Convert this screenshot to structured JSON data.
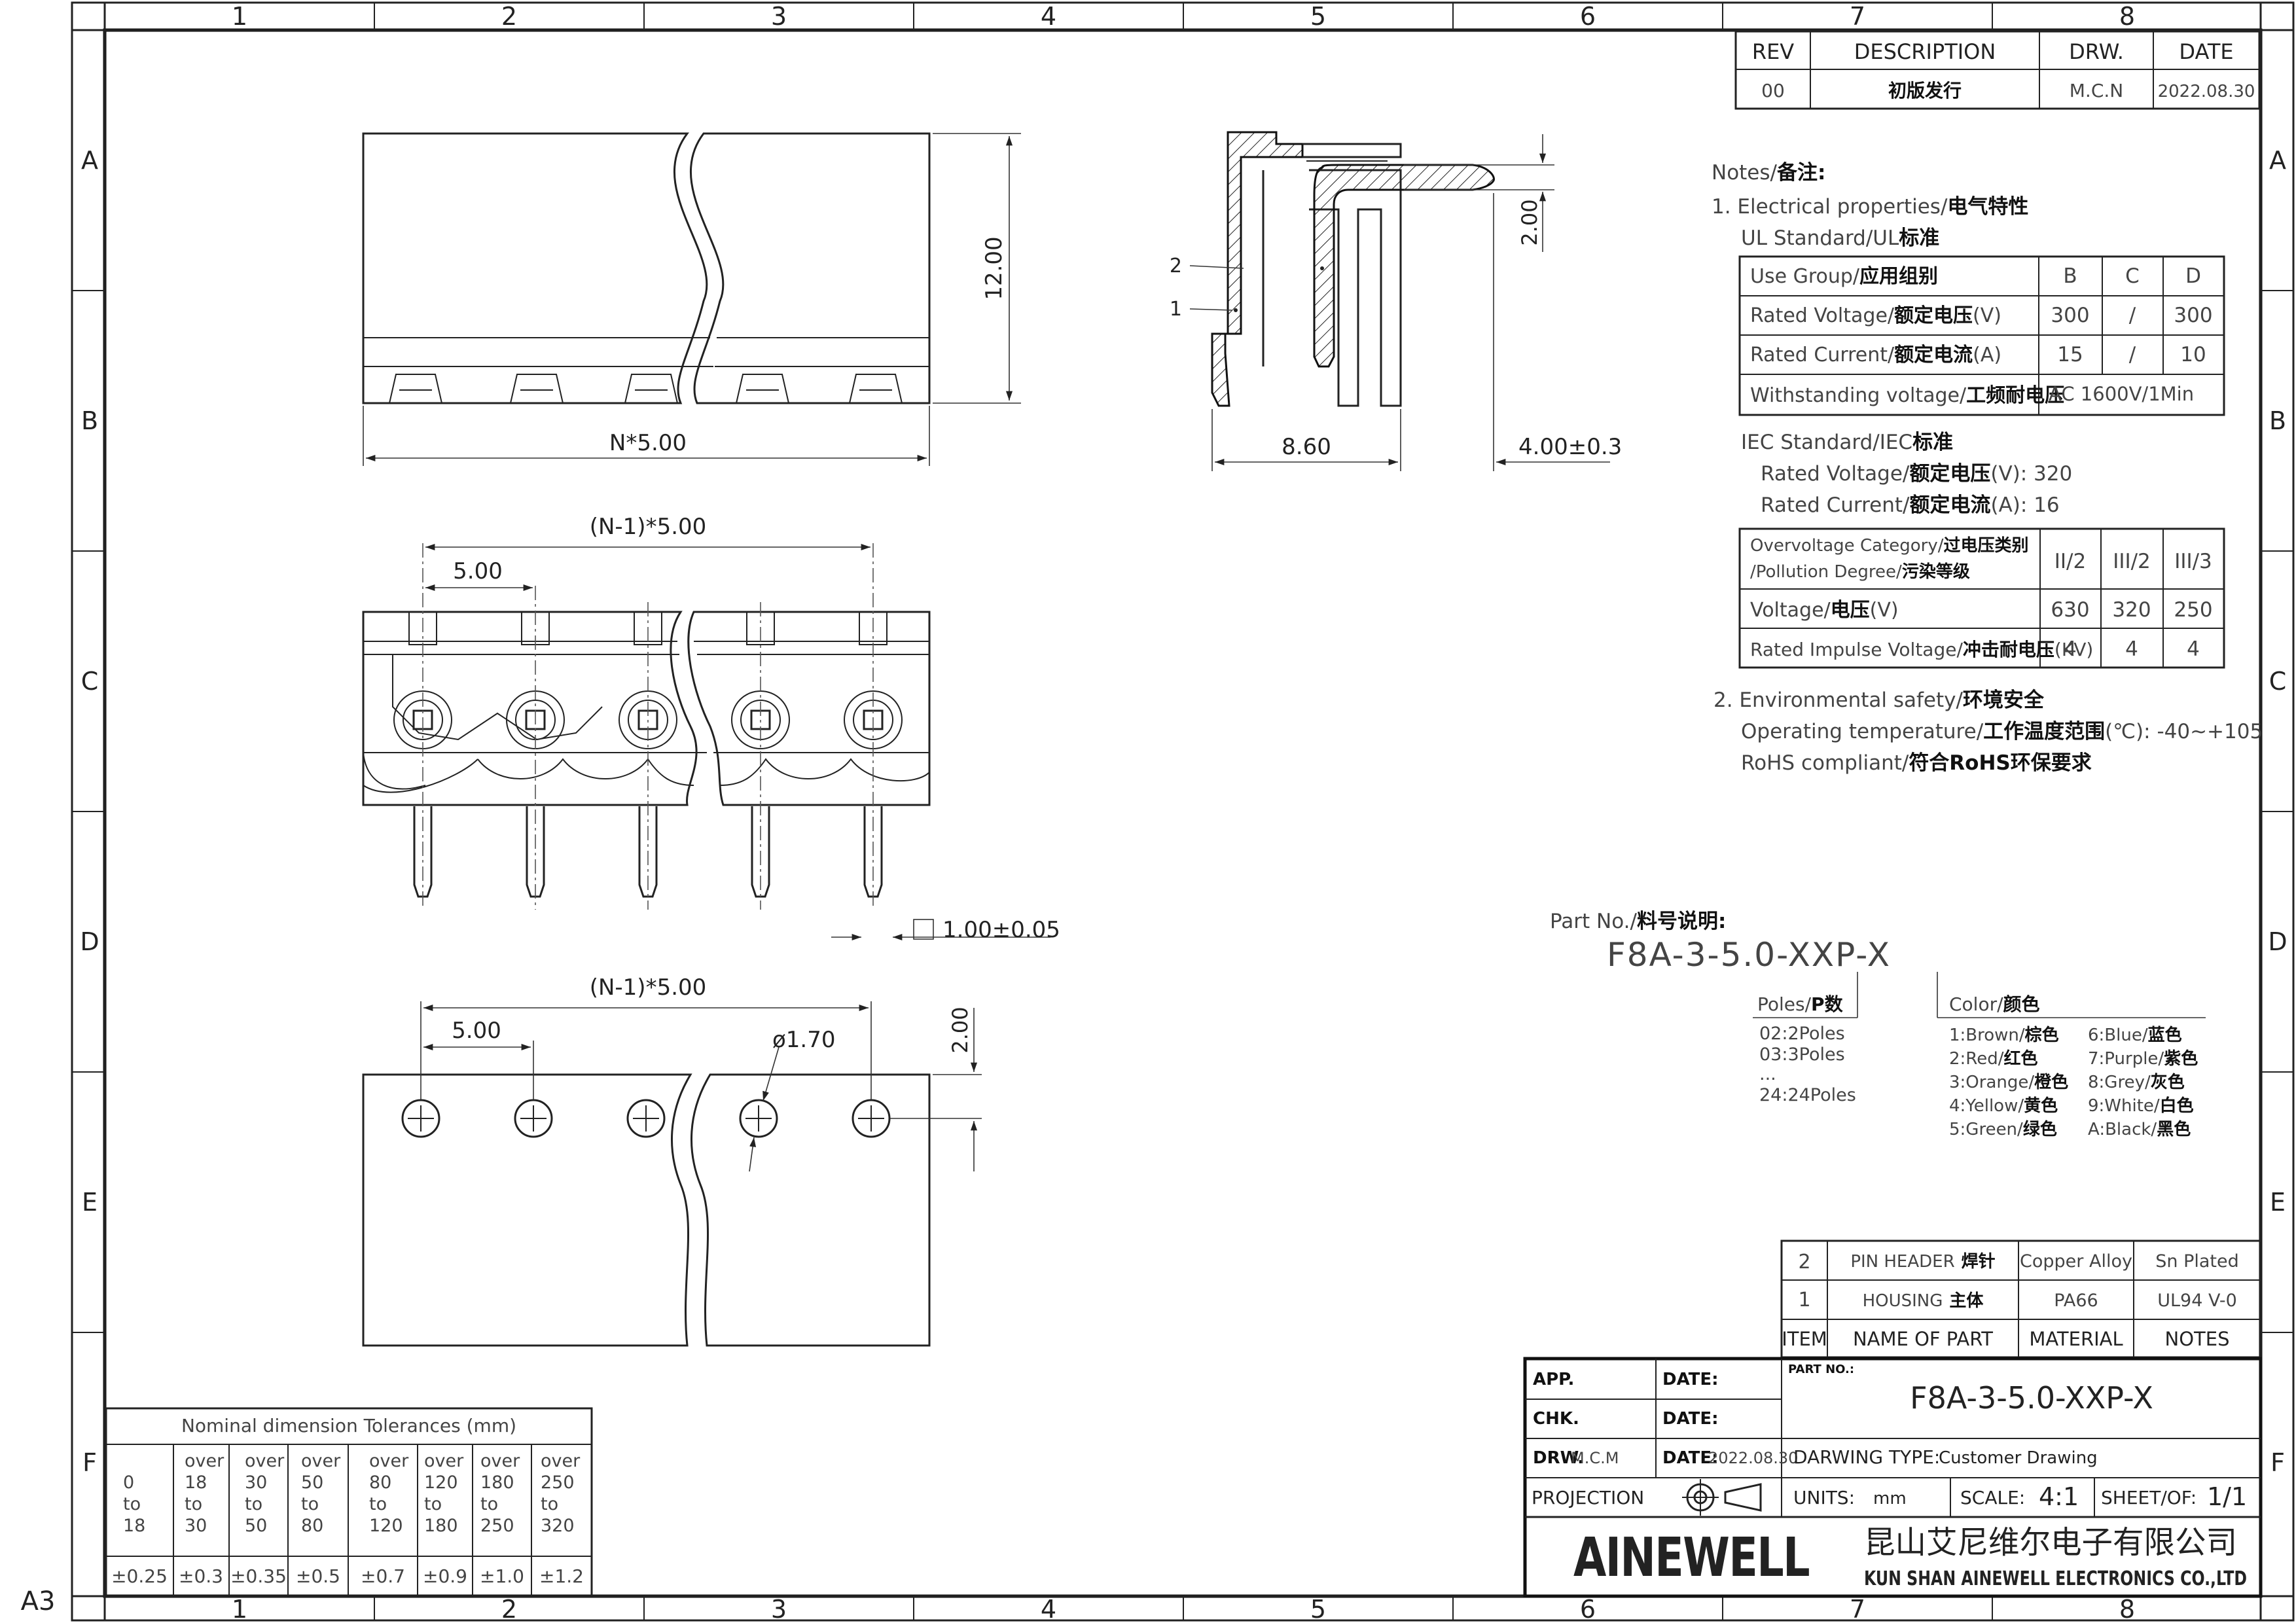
{
  "sheet": {
    "size_label": "A3",
    "columns": [
      "1",
      "2",
      "3",
      "4",
      "5",
      "6",
      "7",
      "8"
    ],
    "rows": [
      "A",
      "B",
      "C",
      "D",
      "E",
      "F"
    ]
  },
  "revision_table": {
    "headers": [
      "REV",
      "DESCRIPTION",
      "DRW.",
      "DATE"
    ],
    "row": [
      "00",
      "初版发行",
      "M.C.N",
      "2022.08.30"
    ]
  },
  "dimensions": {
    "top_height": "12.00",
    "top_width": "N*5.00",
    "side_pin_height": "2.00",
    "side_body": "8.60",
    "side_pin_len": "4.00±0.3",
    "callout_1": "1",
    "callout_2": "2",
    "front_pitch_total": "(N-1)*5.00",
    "front_pitch": "5.00",
    "pin_square": "1.00±0.05",
    "bottom_pitch_total": "(N-1)*5.00",
    "bottom_pitch": "5.00",
    "hole_dia": "ø1.70",
    "hole_offset": "2.00"
  },
  "notes": {
    "title_en": "Notes/",
    "title_cn": "备注:",
    "s1_en": "1. Electrical properties/",
    "s1_cn": "电气特性",
    "ul_en": "UL Standard/UL",
    "ul_cn": "标准",
    "ul_table": [
      {
        "en": "Use Group/",
        "cn": "应用组别",
        "b": "B",
        "c": "C",
        "d": "D"
      },
      {
        "en": "Rated Voltage/",
        "cn": "额定电压",
        "unit": "(V)",
        "b": "300",
        "c": "/",
        "d": "300"
      },
      {
        "en": "Rated Current/",
        "cn": "额定电流",
        "unit": "(A)",
        "b": "15",
        "c": "/",
        "d": "10"
      },
      {
        "en": "Withstanding voltage/",
        "cn": "工频耐电压",
        "v": "AC 1600V/1Min"
      }
    ],
    "iec_en": "IEC Standard/IEC",
    "iec_cn": "标准",
    "iec_rv_en": "Rated Voltage/",
    "iec_rv_cn": "额定电压",
    "iec_rv_val": "(V):  320",
    "iec_rc_en": "Rated Current/",
    "iec_rc_cn": "额定电流",
    "iec_rc_val": "(A):   16",
    "iec_table": [
      {
        "en1": "Overvoltage Category/",
        "cn1": "过电压类别",
        "en2": "/Pollution Degree/",
        "cn2": "污染等级",
        "v1": "II/2",
        "v2": "III/2",
        "v3": "III/3"
      },
      {
        "en": "Voltage/",
        "cn": "电压",
        "unit": "(V)",
        "v1": "630",
        "v2": "320",
        "v3": "250"
      },
      {
        "en": "Rated Impulse Voltage/",
        "cn": "冲击耐电压",
        "unit": "(KV)",
        "v1": "4",
        "v2": "4",
        "v3": "4"
      }
    ],
    "s2_en": "2. Environmental safety/",
    "s2_cn": "环境安全",
    "op_en": "Operating temperature/",
    "op_cn": "工作温度范围",
    "op_val": "(℃):  -40~+105",
    "rohs_en": "RoHS compliant/",
    "rohs_cn": "符合RoHS环保要求"
  },
  "part_no": {
    "label_en": "Part No./",
    "label_cn": "料号说明:",
    "code": "F8A-3-5.0-XXP-X",
    "poles_en": "Poles/",
    "poles_cn": "P数",
    "poles": [
      "02:2Poles",
      "03:3Poles",
      "...",
      "24:24Poles"
    ],
    "color_en": "Color/",
    "color_cn": "颜色",
    "colors_left": [
      {
        "en": "1:Brown/",
        "cn": "棕色"
      },
      {
        "en": "2:Red/",
        "cn": "红色"
      },
      {
        "en": "3:Orange/",
        "cn": "橙色"
      },
      {
        "en": "4:Yellow/",
        "cn": "黄色"
      },
      {
        "en": "5:Green/",
        "cn": "绿色"
      }
    ],
    "colors_right": [
      {
        "en": "6:Blue/",
        "cn": "蓝色"
      },
      {
        "en": "7:Purple/",
        "cn": "紫色"
      },
      {
        "en": "8:Grey/",
        "cn": "灰色"
      },
      {
        "en": "9:White/",
        "cn": "白色"
      },
      {
        "en": "A:Black/",
        "cn": "黑色"
      }
    ]
  },
  "bom": {
    "rows": [
      {
        "item": "2",
        "en": "PIN HEADER",
        "cn": "焊针",
        "material": "Copper Alloy",
        "notes": "Sn Plated"
      },
      {
        "item": "1",
        "en": "HOUSING",
        "cn": "主体",
        "material": "PA66",
        "notes": "UL94 V-0"
      }
    ],
    "headers": [
      "ITEM",
      "NAME OF PART",
      "MATERIAL",
      "NOTES"
    ]
  },
  "title_block": {
    "app": "APP.",
    "chk": "CHK.",
    "drw": "DRW.",
    "drw_val": "M.C.M",
    "date": "DATE:",
    "date_val": "2022.08.30",
    "part_no_label": "PART NO.:",
    "part_no": "F8A-3-5.0-XXP-X",
    "drawing_type_label": "DARWING TYPE:",
    "drawing_type": "Customer Drawing",
    "projection": "PROJECTION",
    "units_label": "UNITS:",
    "units": "mm",
    "scale_label": "SCALE:",
    "scale": "4:1",
    "sheet_label": "SHEET/OF:",
    "sheet": "1/1",
    "logo": "AINEWELL",
    "company_cn": "昆山艾尼维尔电子有限公司",
    "company_en": "KUN SHAN AINEWELL ELECTRONICS CO.,LTD"
  },
  "tolerances": {
    "title": "Nominal  dimension  Tolerances  (mm)",
    "ranges": [
      [
        "0",
        "to",
        "18"
      ],
      [
        "over",
        "18",
        "to",
        "30"
      ],
      [
        "over",
        "30",
        "to",
        "50"
      ],
      [
        "over",
        "50",
        "to",
        "80"
      ],
      [
        "over",
        "80",
        "to",
        "120"
      ],
      [
        "over",
        "120",
        "to",
        "180"
      ],
      [
        "over",
        "180",
        "to",
        "250"
      ],
      [
        "over",
        "250",
        "to",
        "320"
      ]
    ],
    "values": [
      "±0.25",
      "±0.3",
      "±0.35",
      "±0.5",
      "±0.7",
      "±0.9",
      "±1.0",
      "±1.2"
    ]
  }
}
